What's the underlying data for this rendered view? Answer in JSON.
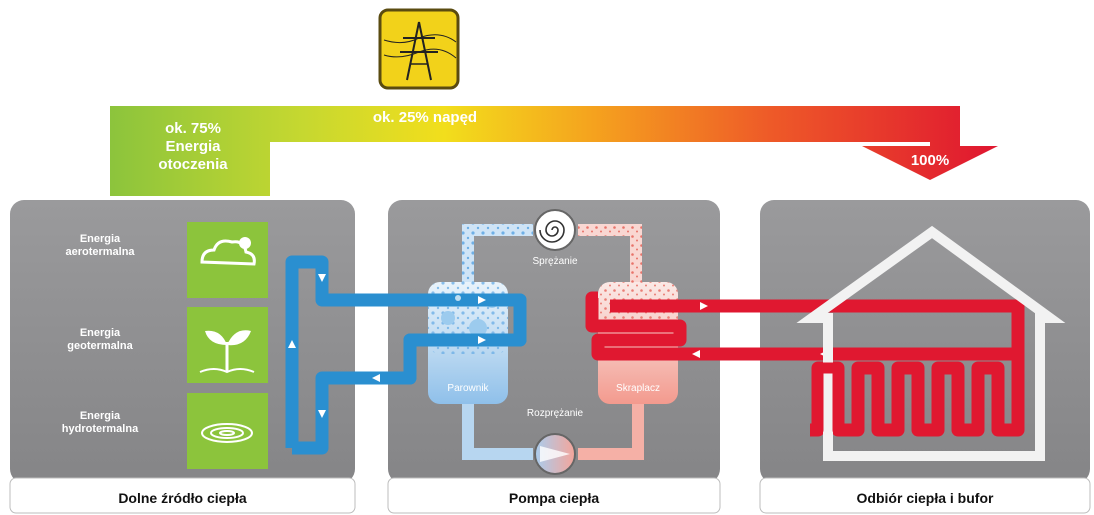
{
  "top": {
    "grid_icon": "power-line-pylon-icon",
    "ambient_percent_line1": "ok. 75%",
    "ambient_percent_line2": "Energia",
    "ambient_percent_line3": "otoczenia",
    "drive_percent": "ok. 25% napęd",
    "output_percent": "100%"
  },
  "sources": {
    "items": [
      {
        "line1": "Energia",
        "line2": "aerotermalna",
        "icon": "cloud-sun-icon"
      },
      {
        "line1": "Energia",
        "line2": "geotermalna",
        "icon": "sprout-icon"
      },
      {
        "line1": "Energia",
        "line2": "hydrotermalna",
        "icon": "water-swirl-icon"
      }
    ]
  },
  "pump": {
    "compression": "Sprężanie",
    "evaporator": "Parownik",
    "condenser": "Skraplacz",
    "expansion": "Rozprężanie"
  },
  "footer": {
    "left": "Dolne źródło ciepła",
    "middle": "Pompa ciepła",
    "right": "Odbiór ciepła i bufor"
  },
  "colors": {
    "green": "#8cc43c",
    "yellow": "#f0d020",
    "orange": "#f08020",
    "red": "#e01830",
    "blue": "#2a8fd0",
    "panel_gray": "#8e8e90"
  }
}
